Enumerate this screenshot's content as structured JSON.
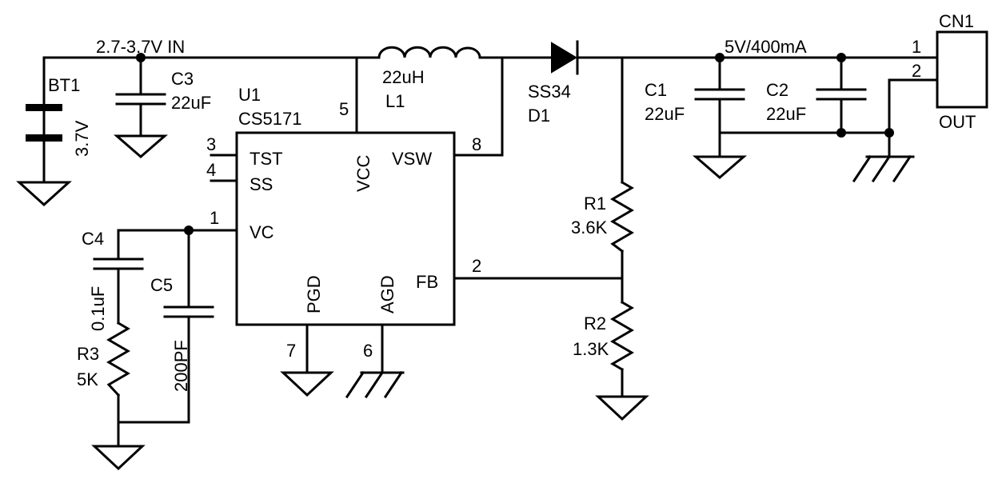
{
  "nets": {
    "vin": "2.7-3.7V IN",
    "vout": "5V/400mA"
  },
  "bt1": {
    "ref": "BT1",
    "value": "3.7V"
  },
  "c3": {
    "ref": "C3",
    "value": "22uF"
  },
  "l1": {
    "value": "22uH",
    "ref": "L1"
  },
  "d1": {
    "value": "SS34",
    "ref": "D1"
  },
  "c1": {
    "ref": "C1",
    "value": "22uF"
  },
  "c2": {
    "ref": "C2",
    "value": "22uF"
  },
  "cn1": {
    "ref": "CN1",
    "label": "OUT",
    "pin1": "1",
    "pin2": "2"
  },
  "u1": {
    "ref": "U1",
    "part": "CS5171",
    "pins": {
      "p1": "1",
      "p2": "2",
      "p3": "3",
      "p4": "4",
      "p5": "5",
      "p6": "6",
      "p7": "7",
      "p8": "8"
    },
    "labels": {
      "tst": "TST",
      "ss": "SS",
      "vc": "VC",
      "vcc": "VCC",
      "vsw": "VSW",
      "fb": "FB",
      "pgd": "PGD",
      "agd": "AGD"
    }
  },
  "r1": {
    "ref": "R1",
    "value": "3.6K"
  },
  "r2": {
    "ref": "R2",
    "value": "1.3K"
  },
  "c4": {
    "ref": "C4",
    "value": "0.1uF"
  },
  "c5": {
    "ref": "C5",
    "value": "200PF"
  },
  "r3": {
    "ref": "R3",
    "value": "5K"
  }
}
